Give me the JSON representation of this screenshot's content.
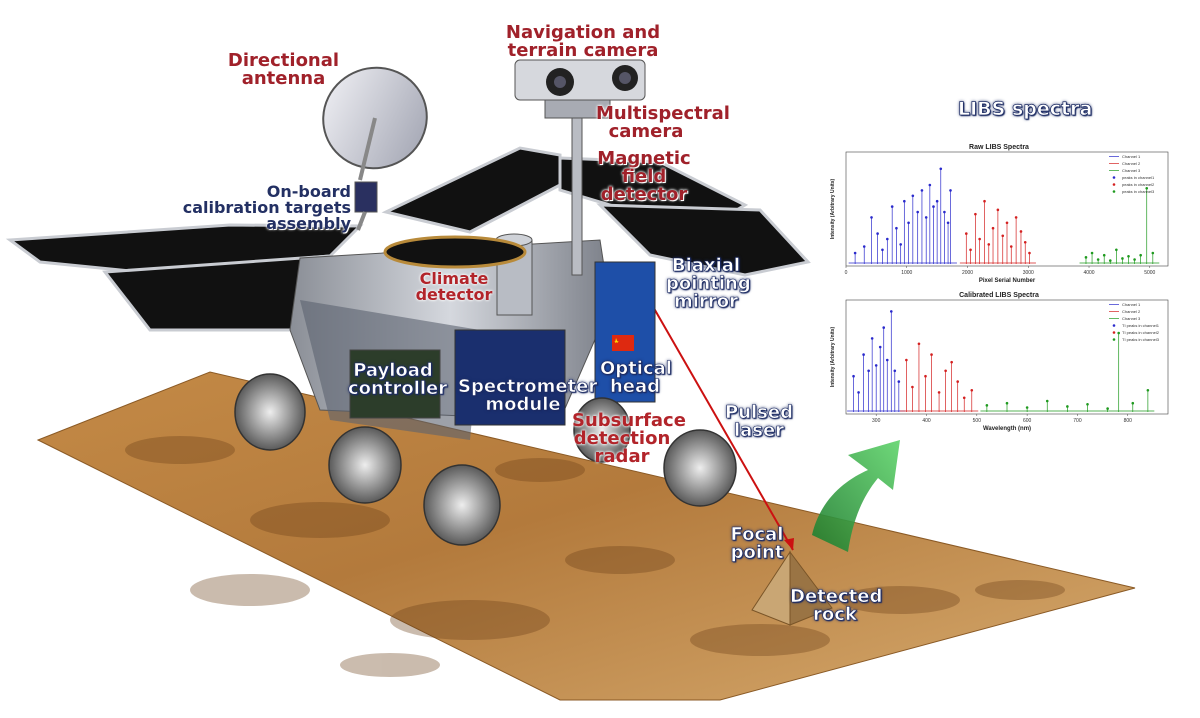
{
  "labels": {
    "navigation_camera": "Navigation and terrain camera",
    "directional_antenna": "Directional antenna",
    "multispectral_camera": "Multispectral camera",
    "magnetic_field_detector": "Magnetic field detector",
    "calibration_targets": "On-board calibration targets assembly",
    "climate_detector": "Climate detector",
    "biaxial_mirror": "Biaxial pointing mirror",
    "payload_controller": "Payload controller",
    "spectrometer_module": "Spectrometer module",
    "optical_head": "Optical head",
    "pulsed_laser": "Pulsed laser",
    "subsurface_radar": "Subsurface detection radar",
    "focal_point": "Focal point",
    "detected_rock": "Detected rock",
    "libs_spectra": "LIBS spectra"
  },
  "colors": {
    "label_red": "#a0212a",
    "label_navy": "#233063",
    "channel1": "#2a2acc",
    "channel2": "#d42020",
    "channel3": "#1f9a1f",
    "laser": "#cc1111",
    "arrow": "#2fb13e"
  },
  "chart_data": [
    {
      "type": "line",
      "title": "Raw LIBS Spectra",
      "xlabel": "Pixel Serial Number",
      "ylabel": "Intensity (Arbitrary Units)",
      "xlim": [
        0,
        5300
      ],
      "ylim": [
        0,
        1
      ],
      "xticks": [
        0,
        1000,
        2000,
        3000,
        4000,
        5000
      ],
      "legend_position": "top-right",
      "legend": [
        "Channel 1",
        "Channel 2",
        "Channel 3",
        "peaks in channel1",
        "peaks in channel2",
        "peaks in channel3"
      ],
      "series": [
        {
          "name": "Channel 1",
          "color": "#2a2acc",
          "x": [
            150,
            300,
            420,
            520,
            600,
            680,
            760,
            830,
            900,
            960,
            1030,
            1100,
            1180,
            1250,
            1320,
            1380,
            1440,
            1500,
            1560,
            1620,
            1680,
            1720
          ],
          "y": [
            0.12,
            0.18,
            0.45,
            0.3,
            0.15,
            0.25,
            0.55,
            0.35,
            0.2,
            0.6,
            0.4,
            0.65,
            0.5,
            0.7,
            0.45,
            0.75,
            0.55,
            0.6,
            0.9,
            0.5,
            0.4,
            0.7
          ]
        },
        {
          "name": "Channel 2",
          "color": "#d42020",
          "x": [
            1980,
            2050,
            2130,
            2200,
            2280,
            2350,
            2420,
            2500,
            2580,
            2650,
            2720,
            2800,
            2880,
            2950,
            3020
          ],
          "y": [
            0.3,
            0.15,
            0.48,
            0.25,
            0.6,
            0.2,
            0.35,
            0.52,
            0.28,
            0.4,
            0.18,
            0.45,
            0.32,
            0.22,
            0.12
          ]
        },
        {
          "name": "Channel 3",
          "color": "#1f9a1f",
          "x": [
            3950,
            4050,
            4150,
            4250,
            4350,
            4450,
            4550,
            4650,
            4750,
            4850,
            4950,
            5050
          ],
          "y": [
            0.08,
            0.12,
            0.06,
            0.1,
            0.05,
            0.15,
            0.07,
            0.09,
            0.06,
            0.1,
            0.72,
            0.12
          ]
        }
      ]
    },
    {
      "type": "line",
      "title": "Calibrated LIBS Spectra",
      "xlabel": "Wavelength (nm)",
      "ylabel": "Intensity (Arbitrary Units)",
      "xlim": [
        240,
        880
      ],
      "ylim": [
        0,
        1
      ],
      "xticks": [
        300,
        400,
        500,
        600,
        700,
        800
      ],
      "legend_position": "top-right",
      "legend": [
        "Channel 1",
        "Channel 2",
        "Channel 3",
        "TI peaks in channel1",
        "TI peaks in channel2",
        "TI peaks in channel3"
      ],
      "series": [
        {
          "name": "Channel 1",
          "color": "#2a2acc",
          "x": [
            255,
            265,
            275,
            285,
            292,
            300,
            308,
            315,
            322,
            330,
            337,
            345
          ],
          "y": [
            0.35,
            0.2,
            0.55,
            0.4,
            0.7,
            0.45,
            0.62,
            0.8,
            0.5,
            0.95,
            0.4,
            0.3
          ]
        },
        {
          "name": "Channel 2",
          "color": "#d42020",
          "x": [
            360,
            372,
            385,
            398,
            410,
            425,
            438,
            450,
            462,
            475,
            490
          ],
          "y": [
            0.5,
            0.25,
            0.65,
            0.35,
            0.55,
            0.2,
            0.4,
            0.48,
            0.3,
            0.15,
            0.22
          ]
        },
        {
          "name": "Channel 3",
          "color": "#1f9a1f",
          "x": [
            520,
            560,
            600,
            640,
            680,
            720,
            760,
            782,
            810,
            840
          ],
          "y": [
            0.08,
            0.1,
            0.06,
            0.12,
            0.07,
            0.09,
            0.05,
            0.75,
            0.1,
            0.22
          ]
        }
      ]
    }
  ]
}
